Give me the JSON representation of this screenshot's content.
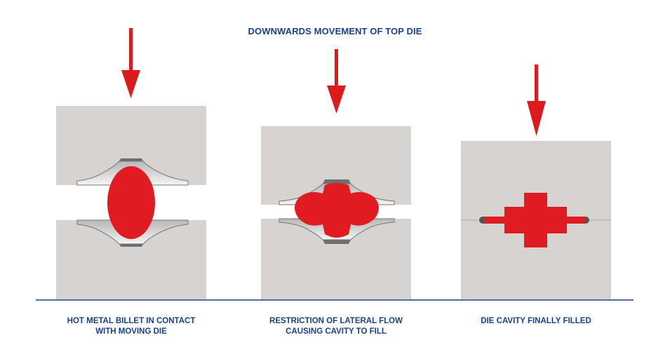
{
  "title": "DOWNWARDS MOVEMENT OF TOP DIE",
  "stages": [
    {
      "caption_lines": [
        "HOT METAL BILLET IN CONTACT",
        "WITH MOVING DIE"
      ]
    },
    {
      "caption_lines": [
        "RESTRICTION OF LATERAL FLOW",
        "CAUSING CAVITY TO FILL"
      ]
    },
    {
      "caption_lines": [
        "DIE CAVITY FINALLY FILLED"
      ]
    }
  ],
  "colors": {
    "die": "#d6d3d0",
    "metal": "#e01b22",
    "arrow": "#dc1c1c",
    "baseline": "#1b3f8f",
    "text": "#1b3f8f"
  }
}
